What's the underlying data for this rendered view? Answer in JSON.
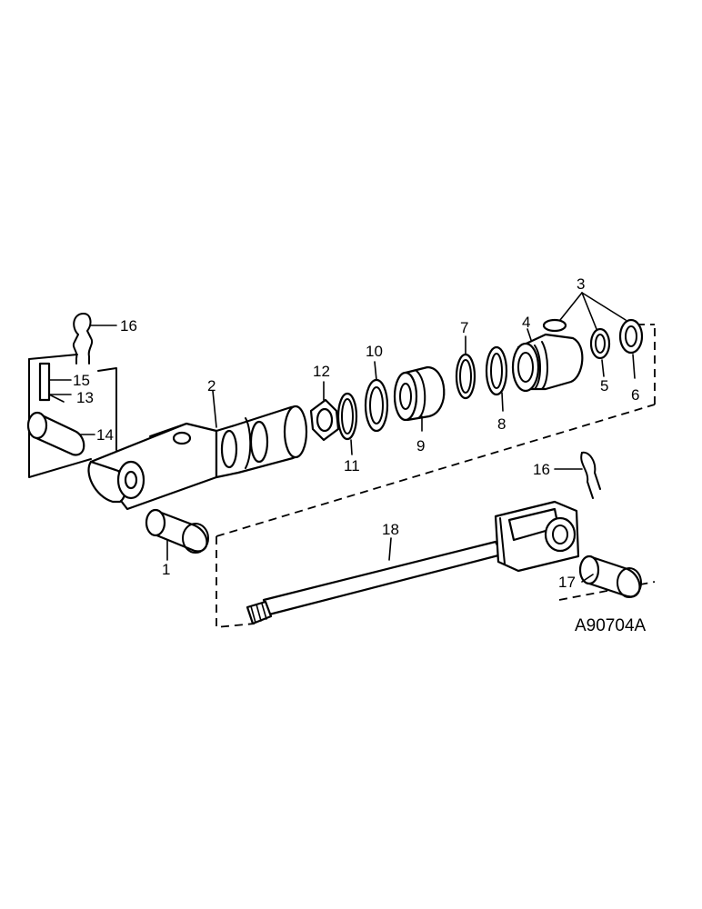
{
  "figure_code": "A90704A",
  "callouts": {
    "c1": "1",
    "c2": "2",
    "c3": "3",
    "c4": "4",
    "c5": "5",
    "c6": "6",
    "c7": "7",
    "c8": "8",
    "c9": "9",
    "c10": "10",
    "c11": "11",
    "c12": "12",
    "c13": "13",
    "c14": "14",
    "c15": "15",
    "c16a": "16",
    "c16b": "16",
    "c17": "17",
    "c18": "18"
  }
}
